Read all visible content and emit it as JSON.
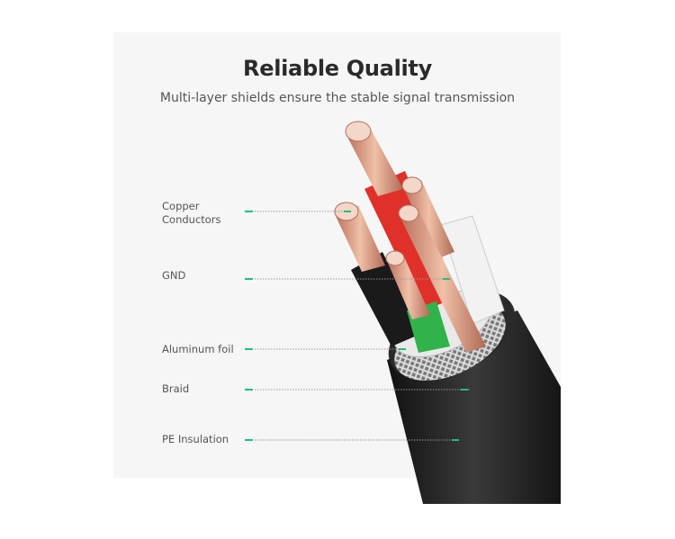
{
  "title": "Reliable Quality",
  "subtitle": "Multi-layer shields ensure the stable signal transmission",
  "labels": {
    "copper_line1": "Copper",
    "copper_line2": "Conductors",
    "gnd": "GND",
    "foil": "Aluminum foil",
    "braid": "Braid",
    "pe": "PE Insulation"
  },
  "colors": {
    "accent": "#1fbf7a",
    "jacket": "#1e1e1e",
    "copper": "#d9967a",
    "red": "#e0302a",
    "green": "#2fb34a"
  }
}
